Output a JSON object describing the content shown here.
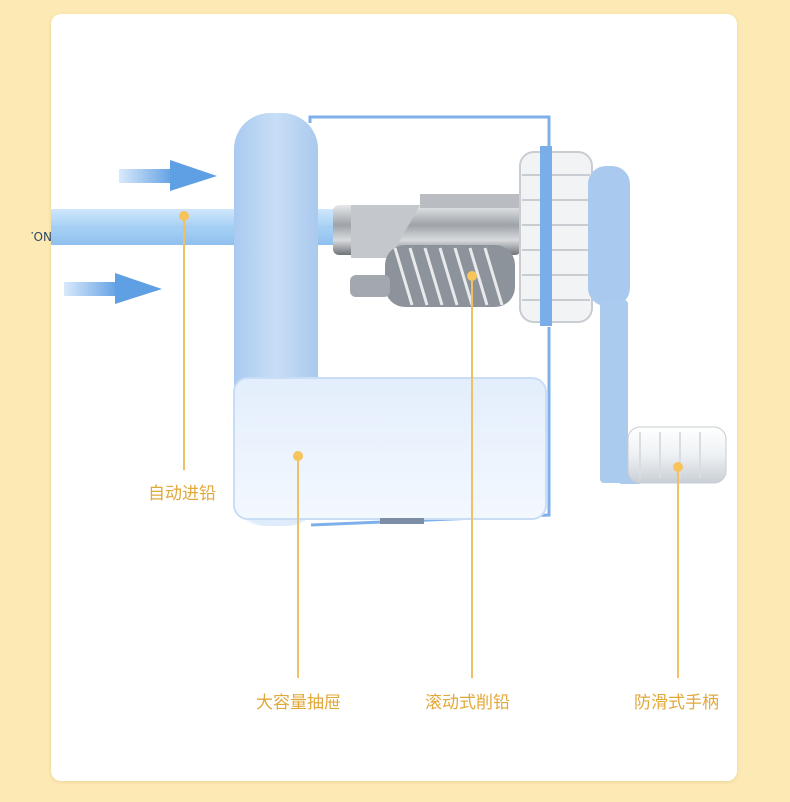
{
  "colors": {
    "background": "#fde9b3",
    "card": "#ffffff",
    "accent_label": "#e1a83a",
    "body_blue": "#b9d5f3",
    "arrow_blue": "#6aa6e6"
  },
  "pencil": {
    "brand_text": "NO."
  },
  "callouts": {
    "auto_feed": "自动进铅",
    "large_drawer": "大容量抽屉",
    "rolling_cutter": "滚动式削铅",
    "anti_slip_handle": "防滑式手柄"
  }
}
